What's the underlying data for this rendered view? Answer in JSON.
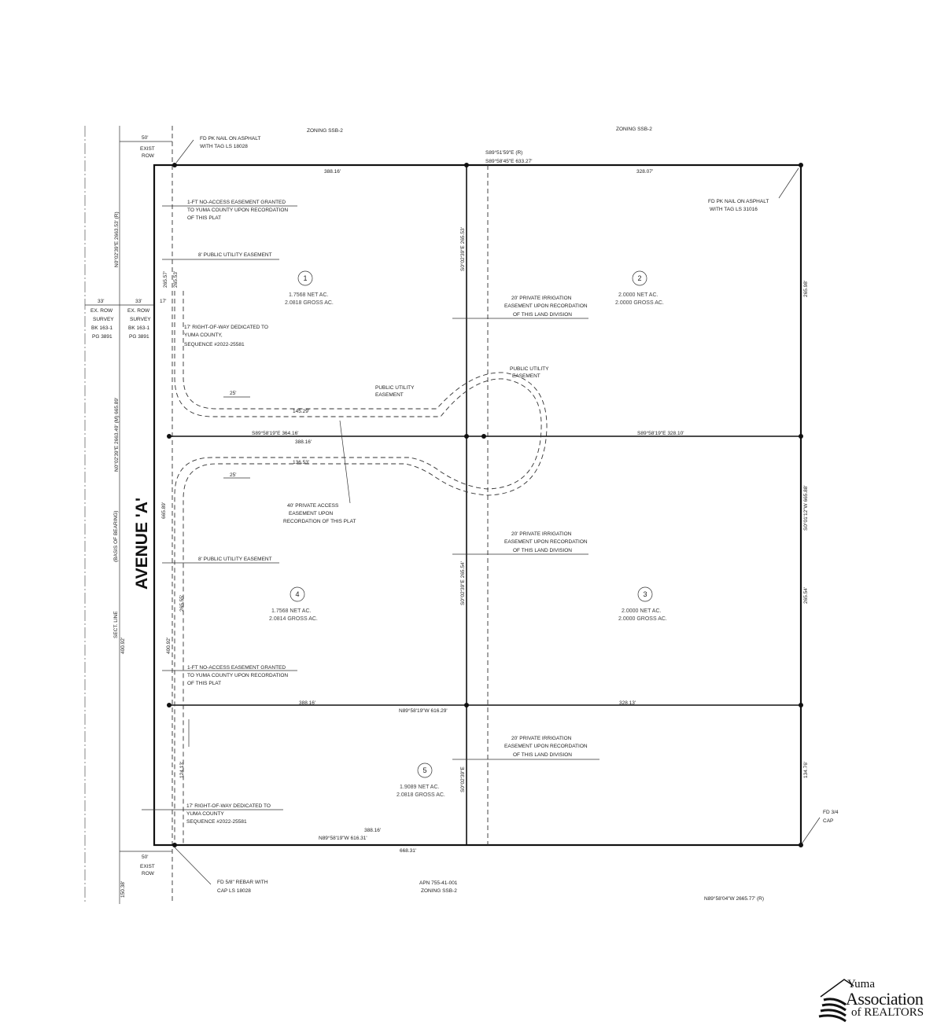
{
  "plat": {
    "zoning_top_left": "ZONING SSB-2",
    "zoning_top_right": "ZONING SSB-2",
    "north_bearing_record": "S89°51'59\"E (R)",
    "north_bearing_measured": "S89°58'45\"E  633.27'",
    "north_dim_lot1": "388.16'",
    "north_dim_lot2": "328.07'",
    "found_nail_nw": [
      "FD PK NAIL ON ASPHALT",
      "WITH TAG LS 18028"
    ],
    "found_nail_ne": [
      "FD PK NAIL ON ASPHALT",
      "WITH TAG LS 31016"
    ],
    "exist_row_top": [
      "50'",
      "EXIST",
      "ROW"
    ],
    "exist_row_bottom": [
      "50'",
      "EXIST",
      "ROW"
    ],
    "no_access_top": [
      "1-FT NO-ACCESS EASEMENT GRANTED",
      "TO YUMA COUNTY UPON RECORDATION",
      "OF THIS PLAT"
    ],
    "no_access_bottom": [
      "1-FT NO-ACCESS EASEMENT GRANTED",
      "TO YUMA COUNTY UPON RECORDATION",
      "OF THIS PLAT"
    ],
    "pue_top": "8' PUBLIC UTILITY EASEMENT",
    "pue_bottom": "8' PUBLIC UTILITY EASEMENT",
    "row_dedicated_top": [
      "17' RIGHT-OF-WAY DEDICATED TO",
      "YUMA COUNTY,",
      "SEQUENCE #2022-25581"
    ],
    "row_dedicated_bottom": [
      "17' RIGHT-OF-WAY DEDICATED TO",
      "YUMA COUNTY",
      "SEQUENCE #2022-25581"
    ],
    "ex_row_1": [
      "33'",
      "EX. ROW",
      "SURVEY",
      "BK 163-1",
      "PG 3891"
    ],
    "ex_row_2": [
      "33'",
      "EX. ROW",
      "SURVEY",
      "BK 163-1",
      "PG 3891"
    ],
    "dim_17": "17'",
    "irrigation_1": [
      "20' PRIVATE IRRIGATION",
      "EASEMENT UPON RECORDATION",
      "OF THIS LAND DIVISION"
    ],
    "irrigation_2": [
      "20' PRIVATE IRRIGATION",
      "EASEMENT UPON RECORDATION",
      "OF THIS LAND DIVISION"
    ],
    "irrigation_3": [
      "20' PRIVATE IRRIGATION",
      "EASEMENT UPON RECORDATION",
      "OF THIS LAND DIVISION"
    ],
    "pue_small_1": [
      "PUBLIC UTILITY",
      "EASEMENT"
    ],
    "pue_small_2": [
      "PUBLIC UTILITY",
      "EASEMENT"
    ],
    "access_easement": [
      "40' PRIVATE ACCESS",
      "EASEMENT UPON",
      "RECORDATION OF THIS PLAT"
    ],
    "mid_bearing_left": "S89°58'19\"E  364.16'",
    "mid_bearing_right": "S89°58'19\"E  328.10'",
    "mid_dim_left": "388.16'",
    "dim_145_top": "145.29'",
    "dim_136": "136.53'",
    "dim_25_top": "25'",
    "dim_25_bottom": "25'",
    "south_inner_left": "388.16'",
    "south_inner_bearing": "N89°58'19\"W  616.29'",
    "south_inner_right": "328.13'",
    "south_bearing": "N89°58'19\"W  616.31'",
    "south_dim": "388.16'",
    "south_total": "668.31'",
    "apn": [
      "APN 755-41-001",
      "ZONING SSB-2"
    ],
    "found_rebar": [
      "FD 5/8\" REBAR WITH",
      "CAP LS 18028"
    ],
    "found_cap": [
      "FD 3/4",
      "CAP"
    ],
    "bottom_right_bearing": "N89°58'04\"W   2665.77' (R)",
    "road_name": "AVENUE 'A'",
    "basis_label": "(BASIS OF BEARING)",
    "sect_line": "SECT. LINE",
    "left_dim_top": "N0°02'39\"E  2663.53' (R)",
    "left_dim_mid": "N0°02'39\"E  2663.49' (M)  665.89'",
    "left_dim_bottom": "400.92'",
    "left_dim_150": "150.38'",
    "right_dim_top": "265.98'",
    "right_dim_mid": "S0°01'12\"W  665.88'",
    "right_dim_lower": "265.54'",
    "right_dim_bottom": "134.76'",
    "center_dim_top": "S0°02'39\"E  265.53'",
    "center_dim_mid": "S0°02'39\"E  265.54'",
    "center_dim_bottom": "S0°02'39\"E",
    "lot_left_dims": [
      "265.57'",
      "665.89'",
      "265.55'",
      "400.92'",
      "124.13'",
      "265.53'"
    ],
    "lots": [
      {
        "number": "1",
        "net": "1.7568 NET AC.",
        "gross": "2.0818 GROSS AC."
      },
      {
        "number": "2",
        "net": "2.0000 NET AC.",
        "gross": "2.0000 GROSS AC."
      },
      {
        "number": "3",
        "net": "2.0000 NET AC.",
        "gross": "2.0000 GROSS AC."
      },
      {
        "number": "4",
        "net": "1.7568 NET AC.",
        "gross": "2.0814 GROSS AC."
      },
      {
        "number": "5",
        "net": "1.9089 NET AC.",
        "gross": "2.0818 GROSS AC."
      }
    ]
  },
  "logo": {
    "line1": "Yuma",
    "line2": "Association",
    "line3": "of REALTORS"
  }
}
